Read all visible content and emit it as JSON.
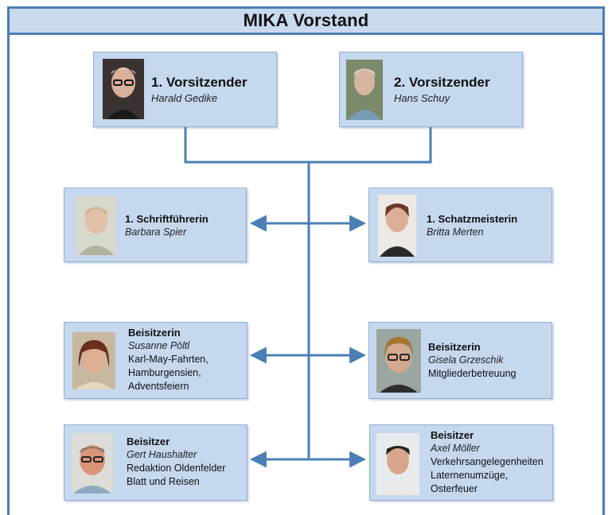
{
  "title": "MIKA Vorstand",
  "colors": {
    "box_fill": "#c5d8ee",
    "box_border": "#8fb0d4",
    "connector": "#4a7fb5",
    "title_fill": "#c9d9ee"
  },
  "members": {
    "vorsitzender1": {
      "role": "1. Vorsitzender",
      "name": "Harald Gedike",
      "details": []
    },
    "vorsitzender2": {
      "role": "2. Vorsitzender",
      "name": "Hans Schuy",
      "details": []
    },
    "schriftfuehrerin": {
      "role": "1. Schriftführerin",
      "name": "Barbara Spier",
      "details": []
    },
    "schatzmeisterin": {
      "role": "1. Schatzmeisterin",
      "name": "Britta Merten",
      "details": []
    },
    "beisitzerin1": {
      "role": "Beisitzerin",
      "name": "Susanne Pöltl",
      "details": [
        "Karl-May-Fahrten,",
        "Hamburgensien,",
        "Adventsfeiern"
      ]
    },
    "beisitzerin2": {
      "role": "Beisitzerin",
      "name": "Gisela Grzeschik",
      "details": [
        "Mitgliederbetreuung"
      ]
    },
    "beisitzer1": {
      "role": "Beisitzer",
      "name": "Gert Haushalter",
      "details": [
        "Redaktion Oldenfelder",
        "Blatt und Reisen"
      ]
    },
    "beisitzer2": {
      "role": "Beisitzer",
      "name": "Axel Möller",
      "details": [
        "Verkehrsangelegenheiten",
        "Laternenumzüge,",
        "Osterfeuer"
      ]
    }
  }
}
